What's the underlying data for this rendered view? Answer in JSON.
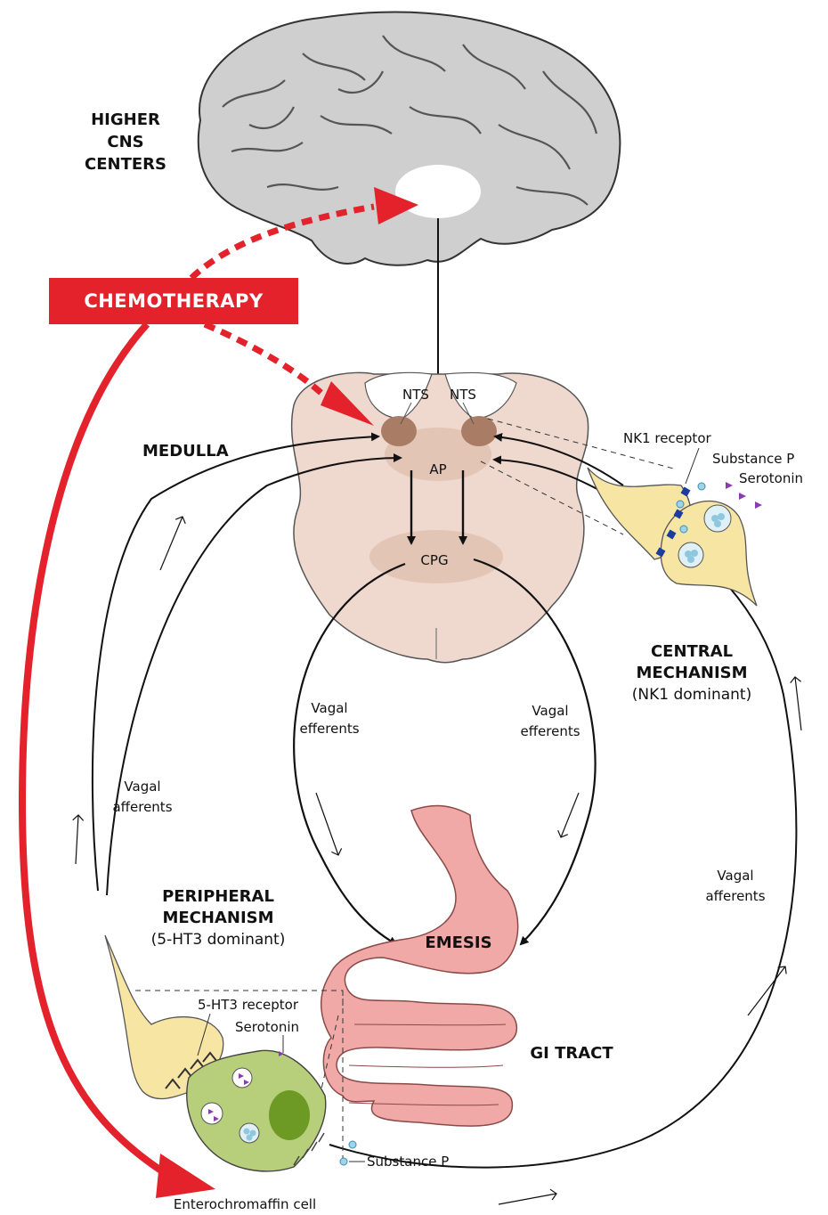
{
  "labels": {
    "higher_cns": [
      "HIGHER",
      "CNS",
      "CENTERS"
    ],
    "chemotherapy": "CHEMOTHERAPY",
    "medulla": "MEDULLA",
    "nts_left": "NTS",
    "nts_right": "NTS",
    "ap": "AP",
    "cpg": "CPG",
    "nk1_receptor": "NK1 receptor",
    "substance_p_top": "Substance P",
    "serotonin_top": "Serotonin",
    "central_mechanism": [
      "CENTRAL",
      "MECHANISM"
    ],
    "central_sub": "(NK1 dominant)",
    "vagal_efferents_left": [
      "Vagal",
      "efferents"
    ],
    "vagal_efferents_right": [
      "Vagal",
      "efferents"
    ],
    "vagal_afferents_left": [
      "Vagal",
      "afferents"
    ],
    "vagal_afferents_right": [
      "Vagal",
      "afferents"
    ],
    "peripheral_mechanism": [
      "PERIPHERAL",
      "MECHANISM"
    ],
    "peripheral_sub": "(5-HT3 dominant)",
    "emesis": "EMESIS",
    "receptor_5ht3": "5-HT3 receptor",
    "serotonin_bottom": "Serotonin",
    "gi_tract": "GI TRACT",
    "substance_p_bottom": "Substance P",
    "enterochromaffin": "Enterochromaffin cell"
  },
  "colors": {
    "chemo_red": "#e3222c",
    "brain_gray": "#c9c9c9",
    "medulla_pink": "#efd9cf",
    "nucleus_brown": "#a97c66",
    "neuron_yellow": "#f7e5a4",
    "ec_cell_green": "#b7cf7a",
    "gut_pink": "#f0a9a6"
  }
}
